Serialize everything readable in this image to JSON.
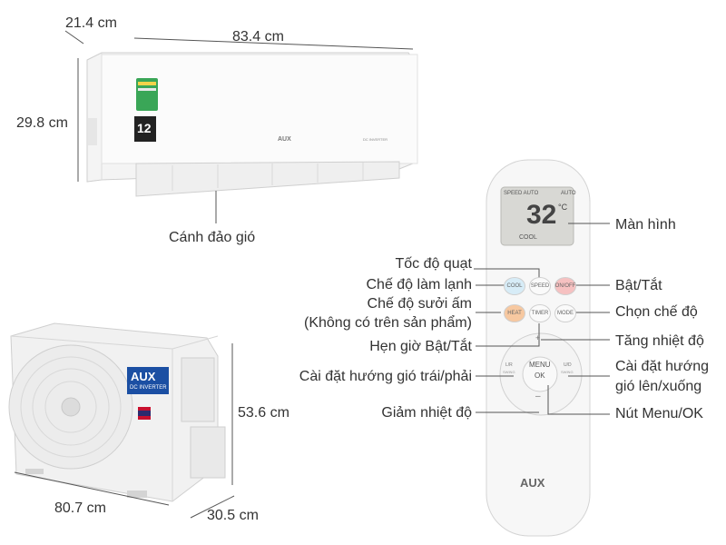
{
  "dimensions": {
    "indoor_depth": "21.4 cm",
    "indoor_width": "83.4 cm",
    "indoor_height": "29.8 cm",
    "outdoor_height": "53.6 cm",
    "outdoor_width": "80.7 cm",
    "outdoor_depth": "30.5 cm"
  },
  "indoor_unit": {
    "brand": "AUX",
    "inverter_tag": "DC INVERTER",
    "energy_badge_number": "12",
    "louver_label": "Cánh đảo gió"
  },
  "outdoor_unit": {
    "brand": "AUX",
    "badge": "DC INVERTER"
  },
  "remote": {
    "brand": "AUX",
    "screen": {
      "top_left": "SPEED AUTO",
      "top_right": "AUTO",
      "temperature": "32",
      "unit": "°C",
      "mode": "COOL"
    },
    "buttons": {
      "cool": "COOL",
      "speed": "SPEED",
      "onoff": "ON/OFF",
      "heat": "HEAT",
      "timer": "TIMER",
      "mode": "MODE",
      "plus": "+",
      "minus": "–",
      "lr": "L/R",
      "lr_sub": "SWING",
      "ud": "U/D",
      "ud_sub": "SWING",
      "menu": "MENU",
      "ok": "OK"
    }
  },
  "callouts": {
    "screen": "Màn hình",
    "fan_speed": "Tốc độ quạt",
    "cool_mode": "Chế độ làm lạnh",
    "heat_mode": "Chế độ sưởi ấm",
    "heat_note": "(Không có trên sản phẩm)",
    "timer": "Hẹn giờ Bật/Tắt",
    "power": "Bật/Tắt",
    "mode_select": "Chọn chế độ",
    "temp_up": "Tăng nhiệt độ",
    "swing_lr": "Cài đặt hướng gió trái/phải",
    "swing_ud_line1": "Cài đặt hướng",
    "swing_ud_line2": "gió lên/xuống",
    "temp_down": "Giảm nhiệt độ",
    "menu_ok": "Nút Menu/OK"
  },
  "colors": {
    "text": "#333333",
    "line": "#555555",
    "cool_button": "#d7ecf7",
    "heat_button": "#f7c8a0",
    "onoff_button": "#f6c1c1",
    "lcd": "#d8d8d4",
    "brand_blue": "#1b4fa3"
  }
}
